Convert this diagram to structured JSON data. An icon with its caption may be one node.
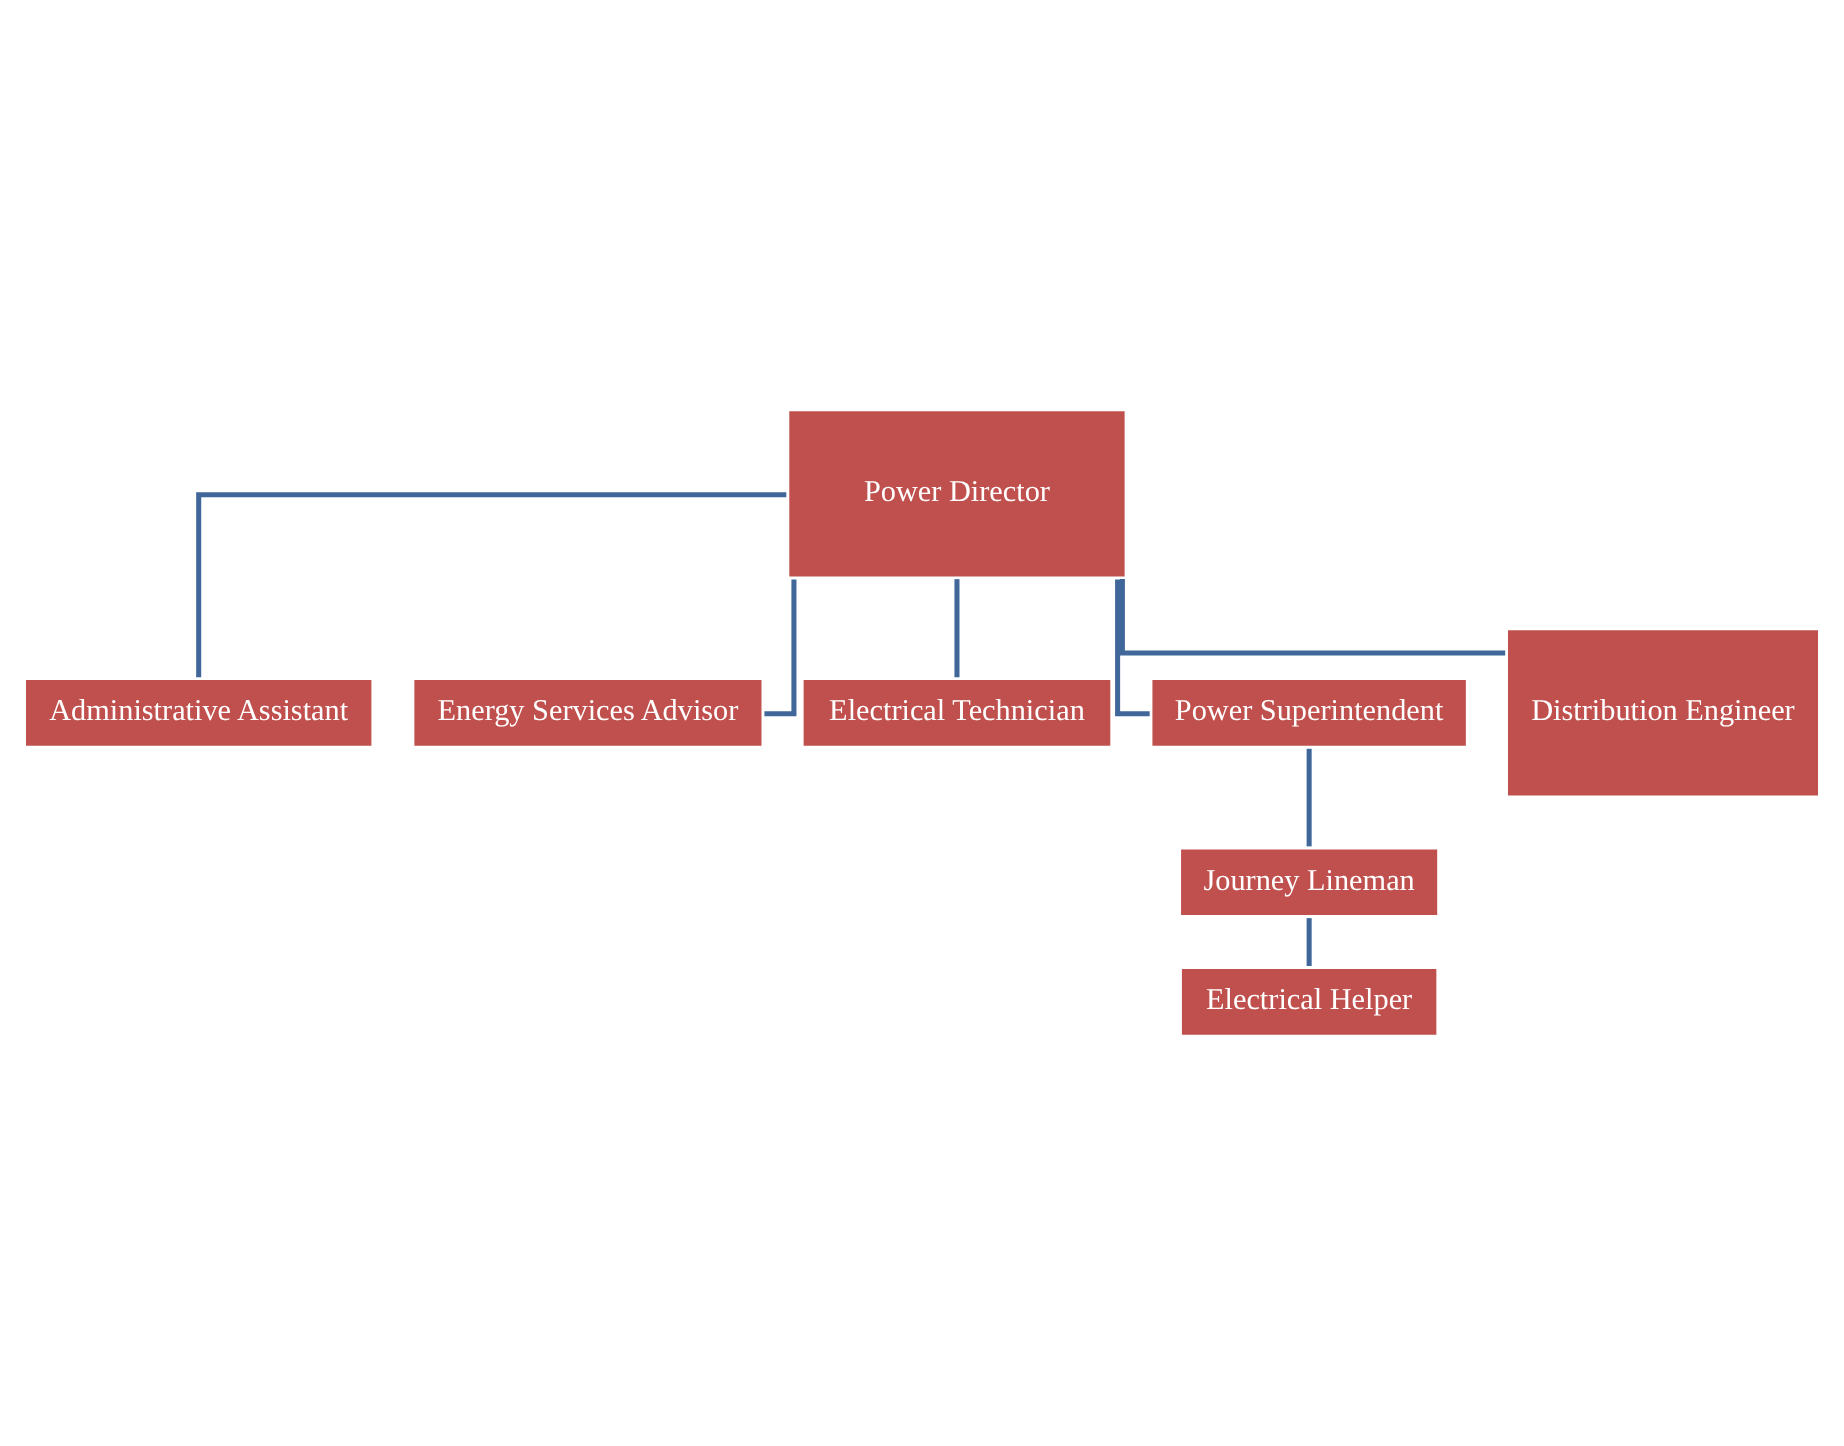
{
  "diagram": {
    "nodes": [
      {
        "text": [
          "Power Director"
        ]
      },
      {
        "text": [
          "Administrative Assistant"
        ]
      },
      {
        "text": [
          "Energy Services Advisor"
        ]
      },
      {
        "text": [
          "Electrical Technician"
        ]
      },
      {
        "text": [
          "Power Superintendent"
        ]
      },
      {
        "text": [
          "Distribution Engineer"
        ]
      },
      {
        "text": [
          "Journey Lineman"
        ]
      },
      {
        "text": [
          "Electrical Helper"
        ]
      }
    ],
    "edges": [
      {
        "from": 0,
        "to": 1,
        "arrow": "none"
      },
      {
        "from": 0,
        "to": 2,
        "arrow": "none"
      },
      {
        "from": 0,
        "to": 3,
        "arrow": "none"
      },
      {
        "from": 0,
        "to": 4,
        "arrow": "none"
      },
      {
        "from": 0,
        "to": 5,
        "arrow": "none"
      },
      {
        "from": 4,
        "to": 6,
        "arrow": "none"
      },
      {
        "from": 6,
        "to": 7,
        "arrow": "none"
      }
    ]
  }
}
